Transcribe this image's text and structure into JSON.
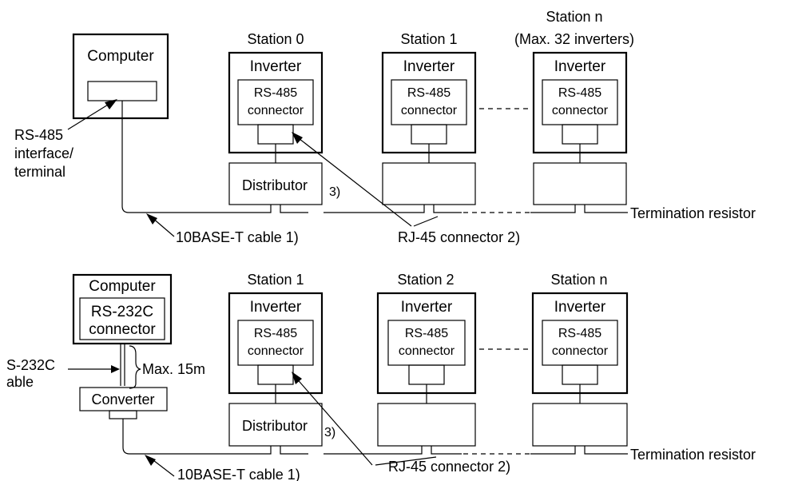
{
  "top": {
    "computer": "Computer",
    "rs485_interface": [
      "RS-485",
      "interface/",
      "terminal"
    ],
    "stations": [
      {
        "label": "Station 0",
        "inverter": "Inverter",
        "conn1": "RS-485",
        "conn2": "connector",
        "distributor": "Distributor"
      },
      {
        "label": "Station 1",
        "inverter": "Inverter",
        "conn1": "RS-485",
        "conn2": "connector",
        "distributor": ""
      },
      {
        "label": "Station n",
        "sublabel": "(Max. 32 inverters)",
        "inverter": "Inverter",
        "conn1": "RS-485",
        "conn2": "connector",
        "distributor": ""
      }
    ],
    "note3": "3)",
    "cable": "10BASE-T cable 1)",
    "rj45": "RJ-45 connector 2)",
    "termination": "Termination resistor"
  },
  "bottom": {
    "computer": "Computer",
    "rs232_1": "RS-232C",
    "rs232_2": "connector",
    "cable_label": [
      "S-232C",
      "able"
    ],
    "max_length": "Max. 15m",
    "converter": "Converter",
    "stations": [
      {
        "label": "Station 1",
        "inverter": "Inverter",
        "conn1": "RS-485",
        "conn2": "connector",
        "distributor": "Distributor"
      },
      {
        "label": "Station 2",
        "inverter": "Inverter",
        "conn1": "RS-485",
        "conn2": "connector",
        "distributor": ""
      },
      {
        "label": "Station n",
        "inverter": "Inverter",
        "conn1": "RS-485",
        "conn2": "connector",
        "distributor": ""
      }
    ],
    "note3": "3)",
    "cable": "10BASE-T cable 1)",
    "rj45": "RJ-45 connector 2)",
    "termination": "Termination resistor"
  }
}
